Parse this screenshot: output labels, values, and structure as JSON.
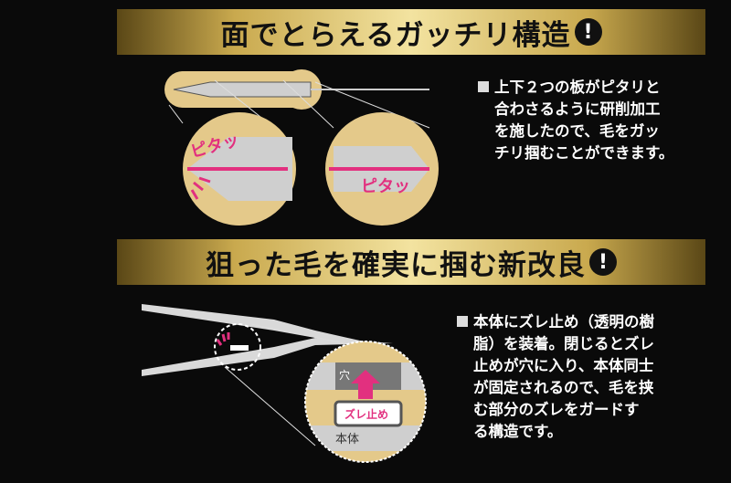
{
  "section1": {
    "title": "面でとらえるガッチリ構造",
    "exclaim": "!",
    "callout_left": "ピタッ",
    "callout_right": "ピタッ",
    "description": [
      "上下２つの板がピタリと",
      "合わさるように研削加工",
      "を施したので、毛をガッ",
      "チリ掴むことができます。"
    ]
  },
  "section2": {
    "title": "狙った毛を確実に掴む新改良",
    "exclaim": "!",
    "label_hole": "穴",
    "label_stopper": "ズレ止め",
    "label_body": "本体",
    "description": [
      "本体にズレ止め（透明の樹",
      "脂）を装着。閉じるとズレ",
      "止めが穴に入り、本体同士",
      "が固定されるので、毛を挟",
      "む部分のズレをガードす",
      "る構造です。"
    ]
  },
  "colors": {
    "gold": "#e4c98a",
    "pink": "#e2307f",
    "background": "#0a0a0a",
    "silver": "#cfcfcf"
  }
}
